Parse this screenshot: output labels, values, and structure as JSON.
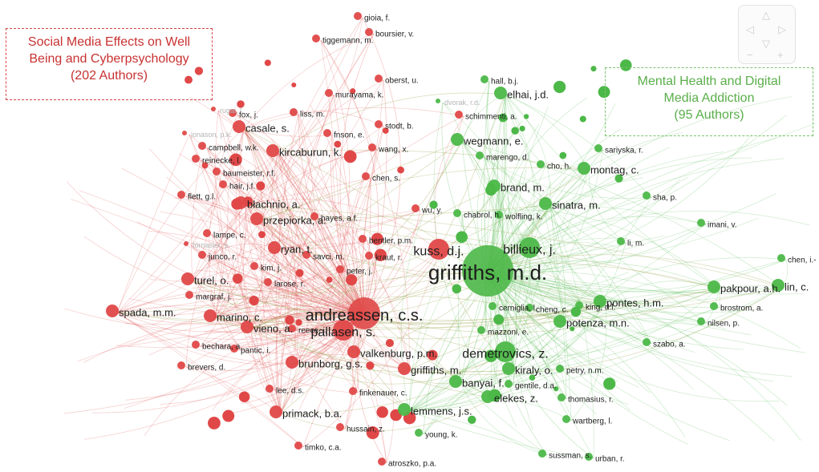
{
  "clusters": {
    "red": {
      "line1": "Social Media Effects on Well",
      "line2": "Being and Cyberpsychology",
      "line3": "(202 Authors)",
      "color": "#e04848"
    },
    "green": {
      "line1": "Mental Health and Digital",
      "line2": "Media Addiction",
      "line3": "(95 Authors)",
      "color": "#4cb848"
    }
  },
  "navigation": {
    "up": "△",
    "down": "▽",
    "left": "◁",
    "right": "▷",
    "zoom_out": "−",
    "zoom_in": "+"
  },
  "nodes": [
    {
      "label": "gioia, f.",
      "c": "r",
      "w": 1
    },
    {
      "label": "boursier, v.",
      "c": "r",
      "w": 1
    },
    {
      "label": "tiggemann, m.",
      "c": "r",
      "w": 1
    },
    {
      "label": "oberst, u.",
      "c": "r",
      "w": 1
    },
    {
      "label": "murayama, k.",
      "c": "r",
      "w": 1
    },
    {
      "label": "casale, s.",
      "c": "r",
      "w": 2
    },
    {
      "label": "liss, m.",
      "c": "r",
      "w": 1
    },
    {
      "label": "fox, j.",
      "c": "r",
      "w": 1
    },
    {
      "label": "rugai, l.",
      "c": "r",
      "w": 0
    },
    {
      "label": "jonason, p.k.",
      "c": "r",
      "w": 0
    },
    {
      "label": "campbell, w.k.",
      "c": "r",
      "w": 1
    },
    {
      "label": "kircaburun, k.",
      "c": "r",
      "w": 2
    },
    {
      "label": "reinecke, l.",
      "c": "r",
      "w": 1
    },
    {
      "label": "baumeister, r.f.",
      "c": "r",
      "w": 1
    },
    {
      "label": "hair, j.f.",
      "c": "r",
      "w": 1
    },
    {
      "label": "flett, g.l.",
      "c": "r",
      "w": 1
    },
    {
      "label": "błachnio, a.",
      "c": "r",
      "w": 2
    },
    {
      "label": "przepiorka, a.",
      "c": "r",
      "w": 2
    },
    {
      "label": "hayes, a.f.",
      "c": "r",
      "w": 1
    },
    {
      "label": "lampe, c.",
      "c": "r",
      "w": 1
    },
    {
      "label": "junco, r.",
      "c": "r",
      "w": 1
    },
    {
      "label": "fornasier, s.",
      "c": "r",
      "w": 0
    },
    {
      "label": "ryan, t.",
      "c": "r",
      "w": 2
    },
    {
      "label": "kim, j.",
      "c": "r",
      "w": 1
    },
    {
      "label": "savci, m.",
      "c": "r",
      "w": 1
    },
    {
      "label": "turel, o.",
      "c": "r",
      "w": 2
    },
    {
      "label": "margraf, j.",
      "c": "r",
      "w": 1
    },
    {
      "label": "larose, r.",
      "c": "r",
      "w": 1
    },
    {
      "label": "spada, m.m.",
      "c": "r",
      "w": 2
    },
    {
      "label": "marino, c.",
      "c": "r",
      "w": 2
    },
    {
      "label": "vieno, a.",
      "c": "r",
      "w": 2
    },
    {
      "label": "reece, j.",
      "c": "r",
      "w": 1
    },
    {
      "label": "andreassen, c.s.",
      "c": "r",
      "w": 4
    },
    {
      "label": "pallasen, s.",
      "c": "r",
      "w": 3
    },
    {
      "label": "bechara, a.",
      "c": "r",
      "w": 1
    },
    {
      "label": "pantic, i.",
      "c": "r",
      "w": 1
    },
    {
      "label": "brevers, d.",
      "c": "r",
      "w": 1
    },
    {
      "label": "valkenburg, p.m.",
      "c": "r",
      "w": 2
    },
    {
      "label": "brunborg, g.s.",
      "c": "r",
      "w": 2
    },
    {
      "label": "lee, d.s.",
      "c": "r",
      "w": 1
    },
    {
      "label": "finkenauer, c.",
      "c": "r",
      "w": 1
    },
    {
      "label": "primack, b.a.",
      "c": "r",
      "w": 2
    },
    {
      "label": "hussain, z.",
      "c": "r",
      "w": 1
    },
    {
      "label": "timko, c.a.",
      "c": "r",
      "w": 1
    },
    {
      "label": "wang, x.",
      "c": "r",
      "w": 1
    },
    {
      "label": "chen, s.",
      "c": "r",
      "w": 1
    },
    {
      "label": "fnson, e.",
      "c": "r",
      "w": 1
    },
    {
      "label": "stodt, b.",
      "c": "r",
      "w": 1
    },
    {
      "label": "schimmenti, a.",
      "c": "r",
      "w": 1
    },
    {
      "label": "bentler, p.m.",
      "c": "r",
      "w": 1
    },
    {
      "label": "peter, j.",
      "c": "r",
      "w": 1
    },
    {
      "label": "kraut, r.",
      "c": "r",
      "w": 1
    },
    {
      "label": "kuss, d.j.",
      "c": "r",
      "w": 3
    },
    {
      "label": "wu, y.",
      "c": "r",
      "w": 1
    },
    {
      "label": "griffiths, m.",
      "c": "r",
      "w": 2
    },
    {
      "label": "atroszko, p.a.",
      "c": "r",
      "w": 1
    },
    {
      "label": "young, k.",
      "c": "g",
      "w": 1
    },
    {
      "label": "lemmens, j.s.",
      "c": "g",
      "w": 2
    },
    {
      "label": "banyai, f.",
      "c": "g",
      "w": 2
    },
    {
      "label": "gentile, d.a.",
      "c": "g",
      "w": 1
    },
    {
      "label": "elekes, z.",
      "c": "g",
      "w": 2
    },
    {
      "label": "kiraly, o.",
      "c": "g",
      "w": 2
    },
    {
      "label": "petry, n.m.",
      "c": "g",
      "w": 1
    },
    {
      "label": "demetrovics, z.",
      "c": "g",
      "w": 3
    },
    {
      "label": "mazzoni, e.",
      "c": "g",
      "w": 1
    },
    {
      "label": "potenza, m.n.",
      "c": "g",
      "w": 2
    },
    {
      "label": "cerniglia, l.",
      "c": "g",
      "w": 1
    },
    {
      "label": "cheng, c.",
      "c": "g",
      "w": 1
    },
    {
      "label": "king, d.l.",
      "c": "g",
      "w": 1
    },
    {
      "label": "pontes, h.m.",
      "c": "g",
      "w": 2
    },
    {
      "label": "griffiths, m.d.",
      "c": "g",
      "w": 5
    },
    {
      "label": "billieux, j.",
      "c": "g",
      "w": 3
    },
    {
      "label": "chabrol, h.",
      "c": "g",
      "w": 1
    },
    {
      "label": "wolfling, k.",
      "c": "g",
      "w": 1
    },
    {
      "label": "sinatra, m.",
      "c": "g",
      "w": 2
    },
    {
      "label": "brand, m.",
      "c": "g",
      "w": 2
    },
    {
      "label": "marengo, d.",
      "c": "g",
      "w": 1
    },
    {
      "label": "wegmann, e.",
      "c": "g",
      "w": 2
    },
    {
      "label": "cho, h.",
      "c": "g",
      "w": 1
    },
    {
      "label": "montag, c.",
      "c": "g",
      "w": 2
    },
    {
      "label": "sariyska, r.",
      "c": "g",
      "w": 1
    },
    {
      "label": "elhai, j.d.",
      "c": "g",
      "w": 2
    },
    {
      "label": "hall, b.j.",
      "c": "g",
      "w": 1
    },
    {
      "label": "dvorak, r.d.",
      "c": "g",
      "w": 0
    },
    {
      "label": "sha, p.",
      "c": "g",
      "w": 1
    },
    {
      "label": "li, m.",
      "c": "g",
      "w": 1
    },
    {
      "label": "imani, v.",
      "c": "g",
      "w": 1
    },
    {
      "label": "chen, i.-",
      "c": "g",
      "w": 1
    },
    {
      "label": "pakpour, a.h.",
      "c": "g",
      "w": 2
    },
    {
      "label": "lin, c.",
      "c": "g",
      "w": 2
    },
    {
      "label": "brostrom, a.",
      "c": "g",
      "w": 1
    },
    {
      "label": "nilsen, p.",
      "c": "g",
      "w": 1
    },
    {
      "label": "szabo, a.",
      "c": "g",
      "w": 1
    },
    {
      "label": "thomasius, r.",
      "c": "g",
      "w": 1
    },
    {
      "label": "wartberg, l.",
      "c": "g",
      "w": 1
    },
    {
      "label": "sussman, s.",
      "c": "g",
      "w": 1
    },
    {
      "label": "urban, r.",
      "c": "g",
      "w": 1
    }
  ]
}
